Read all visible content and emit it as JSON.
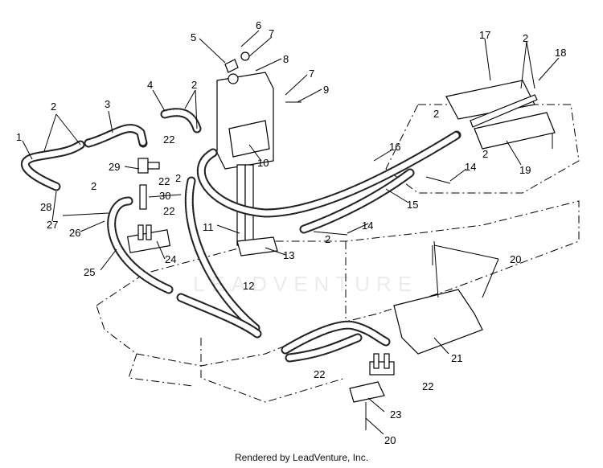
{
  "labels": {
    "n1": "1",
    "n2a": "2",
    "n2b": "2",
    "n2c": "2",
    "n2d": "2",
    "n2e": "2",
    "n2f": "2",
    "n2g": "2",
    "n2h": "2",
    "n2i": "2",
    "n3": "3",
    "n4": "4",
    "n5": "5",
    "n6": "6",
    "n7a": "7",
    "n7b": "7",
    "n8": "8",
    "n9": "9",
    "n10": "10",
    "n11": "11",
    "n12": "12",
    "n13": "13",
    "n14a": "14",
    "n14b": "14",
    "n15": "15",
    "n16": "16",
    "n17": "17",
    "n18": "18",
    "n19": "19",
    "n20a": "20",
    "n20b": "20",
    "n21": "21",
    "n22a": "22",
    "n22b": "22",
    "n22c": "22",
    "n22d": "22",
    "n22e": "22",
    "n23": "23",
    "n24": "24",
    "n25": "25",
    "n26": "26",
    "n27": "27",
    "n28": "28",
    "n29": "29",
    "n30": "30"
  },
  "watermark": "LEADVENTURE",
  "footer": "Rendered by LeadVenture, Inc."
}
